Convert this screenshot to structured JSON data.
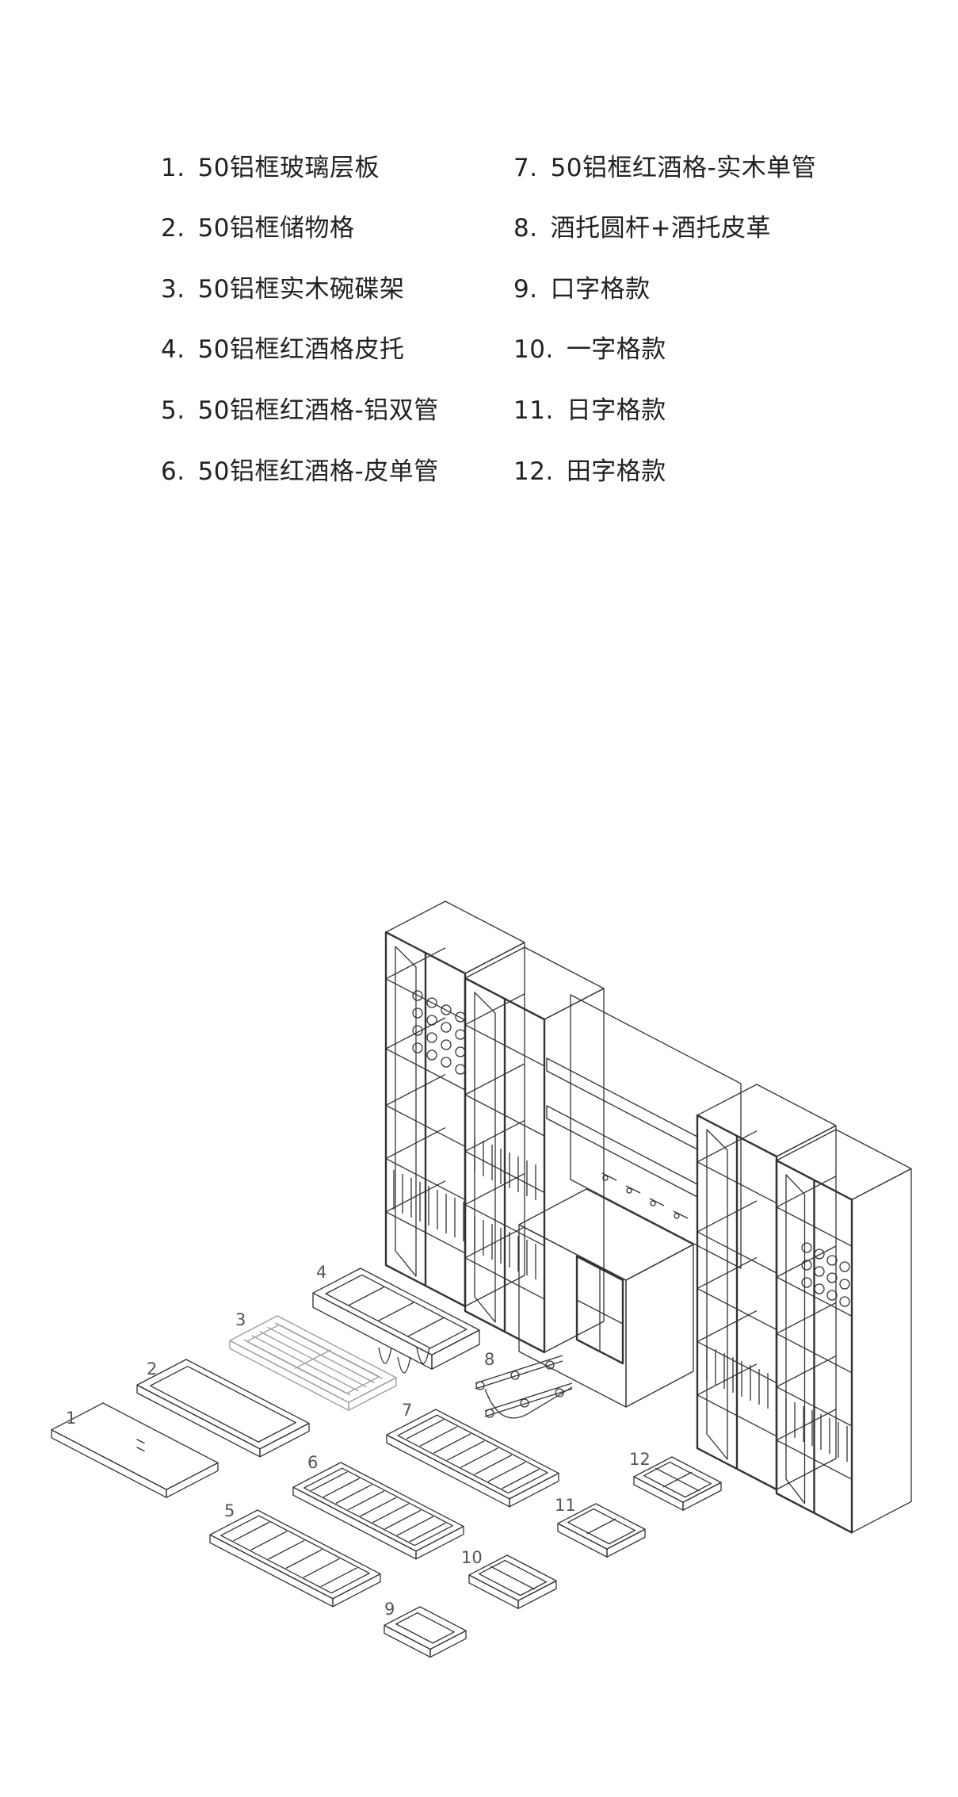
{
  "legend": {
    "items": [
      {
        "num": "1.",
        "label": "50铝框玻璃层板"
      },
      {
        "num": "2.",
        "label": "50铝框储物格"
      },
      {
        "num": "3.",
        "label": "50铝框实木碗碟架"
      },
      {
        "num": "4.",
        "label": "50铝框红酒格皮托"
      },
      {
        "num": "5.",
        "label": "50铝框红酒格-铝双管"
      },
      {
        "num": "6.",
        "label": "50铝框红酒格-皮单管"
      },
      {
        "num": "7.",
        "label": "50铝框红酒格-实木单管"
      },
      {
        "num": "8.",
        "label": "酒托圆杆+酒托皮革"
      },
      {
        "num": "9.",
        "label": "口字格款"
      },
      {
        "num": "10.",
        "label": "一字格款"
      },
      {
        "num": "11.",
        "label": "日字格款"
      },
      {
        "num": "12.",
        "label": "田字格款"
      }
    ]
  },
  "diagram": {
    "part_numbers": [
      "1",
      "2",
      "3",
      "4",
      "5",
      "6",
      "7",
      "8",
      "9",
      "10",
      "11",
      "12"
    ],
    "line_color": "#333333",
    "light_color": "#9a9a9a"
  }
}
